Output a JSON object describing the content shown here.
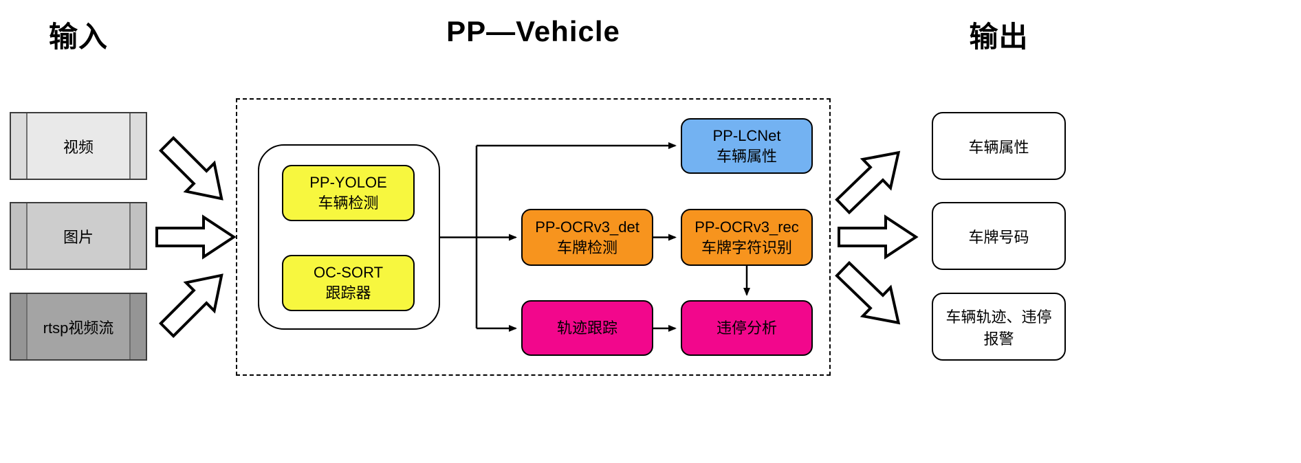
{
  "titles": {
    "input": "输入",
    "pipeline": "PP—Vehicle",
    "output": "输出"
  },
  "inputs": [
    {
      "label": "视频"
    },
    {
      "label": "图片"
    },
    {
      "label": "rtsp视频流"
    }
  ],
  "pipeline": {
    "detector": {
      "name": "PP-YOLOE",
      "task": "车辆检测"
    },
    "tracker": {
      "name": "OC-SORT",
      "task": "跟踪器"
    },
    "attribute": {
      "name": "PP-LCNet",
      "task": "车辆属性"
    },
    "plate_det": {
      "name": "PP-OCRv3_det",
      "task": "车牌检测"
    },
    "plate_rec": {
      "name": "PP-OCRv3_rec",
      "task": "车牌字符识别"
    },
    "trajectory": {
      "label": "轨迹跟踪"
    },
    "parking": {
      "label": "违停分析"
    }
  },
  "outputs": [
    {
      "label": "车辆属性"
    },
    {
      "label": "车牌号码"
    },
    {
      "label": "车辆轨迹、违停报警"
    }
  ],
  "colors": {
    "yellow": "#F7F73F",
    "blue": "#73B2F2",
    "orange": "#F7941E",
    "magenta": "#F2078C",
    "input_light": "#E9E9E9",
    "input_mid": "#CDCDCD",
    "input_dark": "#A4A4A4",
    "line": "#000000"
  }
}
